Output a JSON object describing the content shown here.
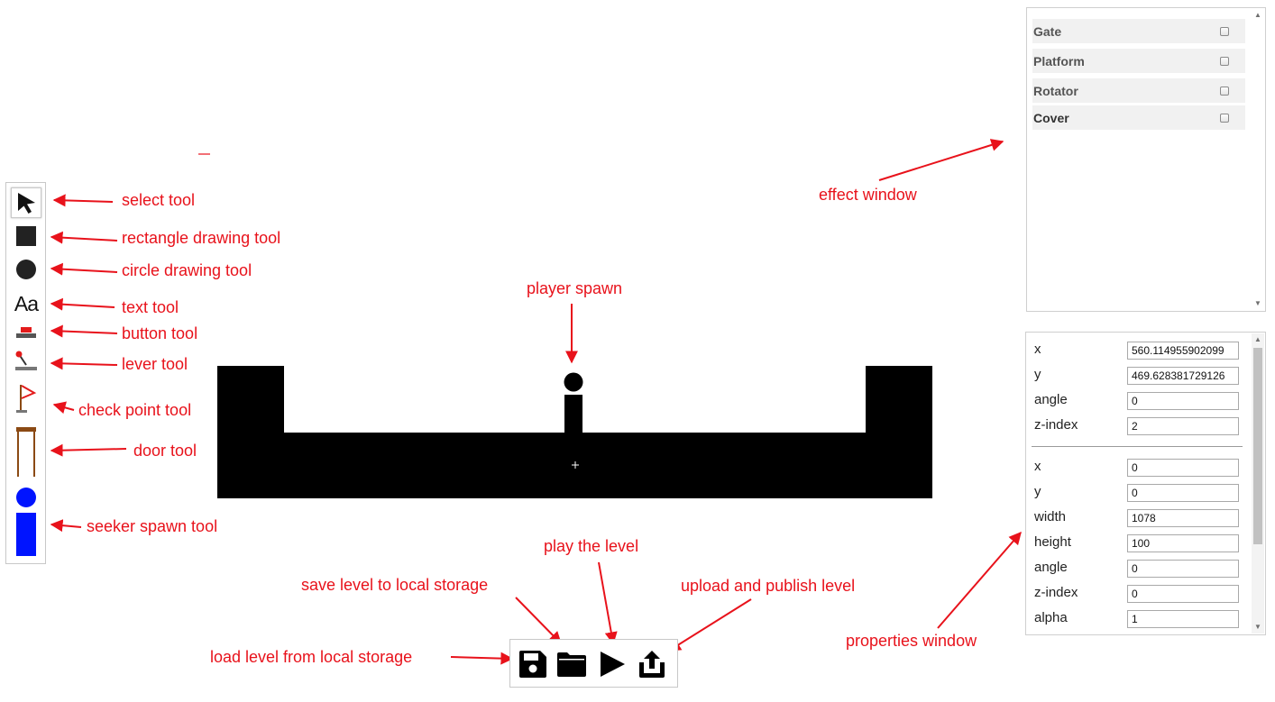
{
  "tools": {
    "select": "select tool",
    "rectangle": "rectangle drawing tool",
    "circle": "circle drawing tool",
    "text": "text tool",
    "text_icon_glyph": "Aa",
    "button": "button tool",
    "lever": "lever tool",
    "checkpoint": "check point tool",
    "door": "door tool",
    "seeker_spawn": "seeker spawn tool"
  },
  "canvas": {
    "player_spawn_label": "player spawn"
  },
  "effect_window": {
    "label": "effect window",
    "items": [
      {
        "label": "Gate",
        "checked": false
      },
      {
        "label": "Platform",
        "checked": false
      },
      {
        "label": "Rotator",
        "checked": false
      },
      {
        "label": "Cover",
        "checked": false
      }
    ]
  },
  "properties_window": {
    "label": "properties window",
    "group1": [
      {
        "label": "x",
        "value": "560.114955902099"
      },
      {
        "label": "y",
        "value": "469.628381729126"
      },
      {
        "label": "angle",
        "value": "0"
      },
      {
        "label": "z-index",
        "value": "2"
      }
    ],
    "group2": [
      {
        "label": "x",
        "value": "0"
      },
      {
        "label": "y",
        "value": "0"
      },
      {
        "label": "width",
        "value": "1078"
      },
      {
        "label": "height",
        "value": "100"
      },
      {
        "label": "angle",
        "value": "0"
      },
      {
        "label": "z-index",
        "value": "0"
      },
      {
        "label": "alpha",
        "value": "1"
      }
    ]
  },
  "actions": {
    "save": "save level to local storage",
    "load": "load level from local storage",
    "play": "play the level",
    "upload": "upload and publish level"
  },
  "colors": {
    "annotation": "#e8121b",
    "seeker": "#0014ff",
    "door": "#8b4a14",
    "button_red": "#e31b1b",
    "level_black": "#000000"
  }
}
